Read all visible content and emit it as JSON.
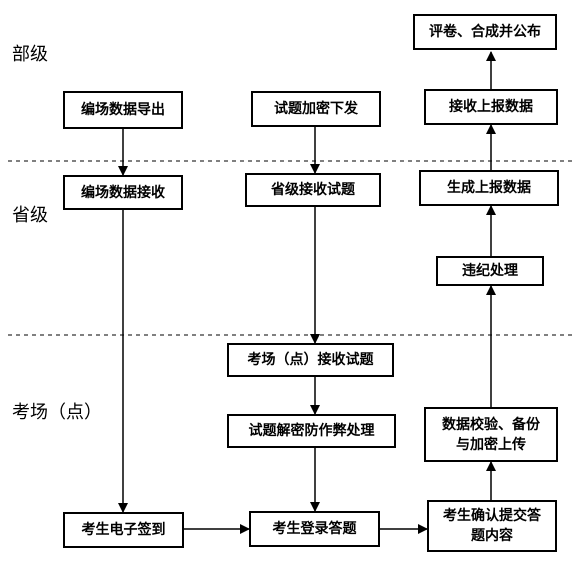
{
  "levels": {
    "ministry": "部级",
    "province": "省级",
    "exam_site": "考场（点）"
  },
  "boxes": {
    "publish": "评卷、合成并公布",
    "export_data": "编场数据导出",
    "encrypt_issue": "试题加密下发",
    "receive_report": "接收上报数据",
    "receive_site_data": "编场数据接收",
    "province_receive": "省级接收试题",
    "generate_report": "生成上报数据",
    "violation": "违纪处理",
    "site_receive": "考场（点）接收试题",
    "decrypt": "试题解密防作弊处理",
    "verify_backup": "数据校验、备份与加密上传",
    "sign_in": "考生电子签到",
    "login_answer": "考生登录答题",
    "confirm_submit": "考生确认提交答题内容"
  }
}
